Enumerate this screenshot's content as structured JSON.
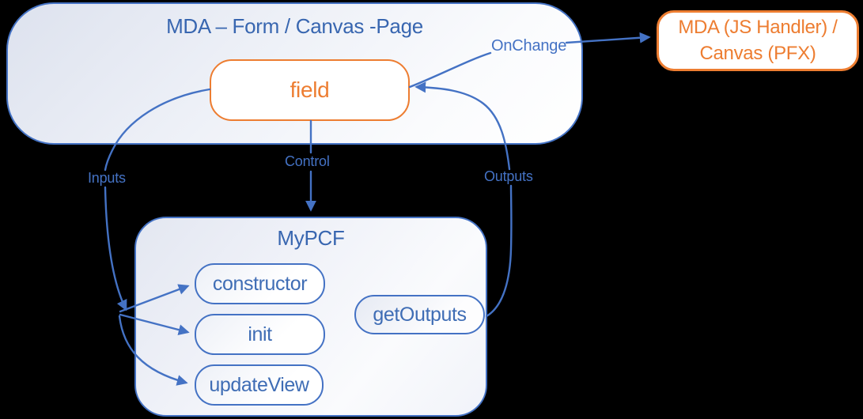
{
  "diagram": {
    "colors": {
      "background": "#000000",
      "accent_blue": "#4472C4",
      "accent_orange": "#ED7D31"
    },
    "mda_container": {
      "title": "MDA – Form / Canvas -Page"
    },
    "field_box": {
      "label": "field"
    },
    "handler_box": {
      "line1": "MDA (JS Handler) /",
      "line2": "Canvas (PFX)"
    },
    "mypcf_container": {
      "title": "MyPCF",
      "methods": [
        {
          "label": "constructor"
        },
        {
          "label": "init"
        },
        {
          "label": "updateView"
        }
      ],
      "get_outputs_box": {
        "label": "getOutputs"
      }
    },
    "connector_labels": {
      "inputs": "Inputs",
      "control": "Control",
      "outputs": "Outputs",
      "onchange": "OnChange"
    }
  }
}
